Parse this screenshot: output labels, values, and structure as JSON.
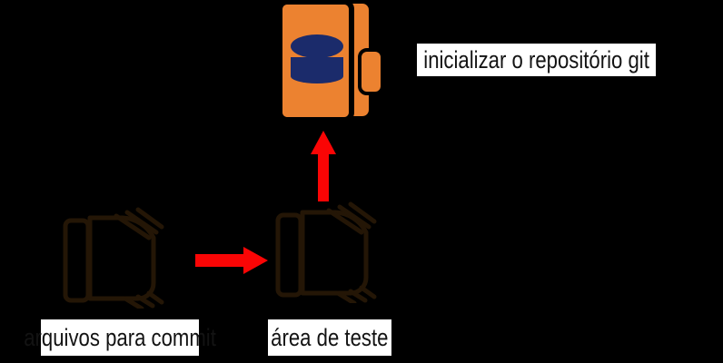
{
  "diagram": {
    "background_color": "#000000",
    "colors": {
      "folder_orange": "#ec8230",
      "database_navy": "#1b2b6b",
      "arrow_red": "#fa0505",
      "label_background": "#ffffff",
      "label_text": "#131313",
      "ghost_icon_stroke": "#241606"
    },
    "nodes": {
      "repository": {
        "label": "inicializar o repositório git",
        "icon": "git-repository-folder-icon"
      },
      "working_files": {
        "label": "arquivos para commit",
        "icon": "files-stack-icon"
      },
      "staging": {
        "label": "área de teste",
        "icon": "files-stack-icon"
      }
    },
    "arrows": [
      {
        "name": "working-to-staging",
        "direction": "right",
        "color": "#fa0505"
      },
      {
        "name": "staging-to-repository",
        "direction": "up",
        "color": "#fa0505"
      }
    ]
  }
}
